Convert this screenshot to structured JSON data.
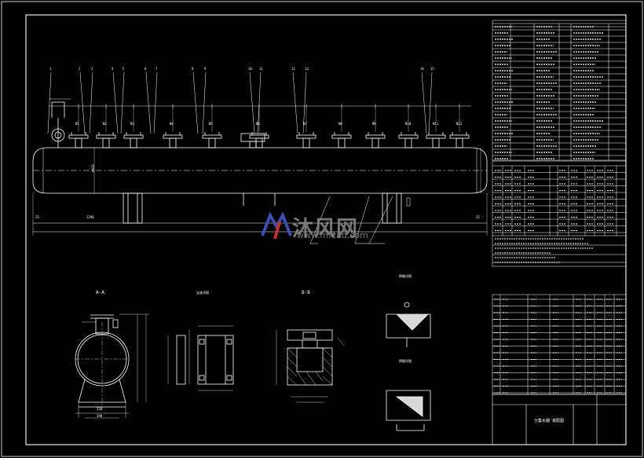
{
  "watermark": {
    "brand_cn": "沐风网",
    "url": "www.mfcad.com",
    "colors": {
      "logo_blue": "#3a4fb0",
      "logo_red": "#c03030",
      "text_gray": "#8a8a8a"
    }
  },
  "drawing": {
    "background": "#000000",
    "line_color": "#ffffff",
    "title_block_text": "分集水器 装配图"
  },
  "callouts": [
    "1",
    "2",
    "3",
    "4",
    "5",
    "6",
    "7",
    "8",
    "9",
    "10",
    "11",
    "12",
    "13",
    "14",
    "15"
  ],
  "nozzle_marks": [
    "N1",
    "N2",
    "N3",
    "N4",
    "N5",
    "N6",
    "N7",
    "N8",
    "N9",
    "N10",
    "N11",
    "N12"
  ],
  "section_views": {
    "end_view": "A-A",
    "support_view": "支座详图",
    "nozzle_detail": "B-B",
    "weld_top": "焊缝详图",
    "weld_bottom": "焊缝详图"
  },
  "dims": {
    "overall": "1290",
    "left_end": "25",
    "right_end": "25",
    "shell_dia": "Φ630",
    "end_width_1": "330",
    "end_width_2": "390"
  }
}
